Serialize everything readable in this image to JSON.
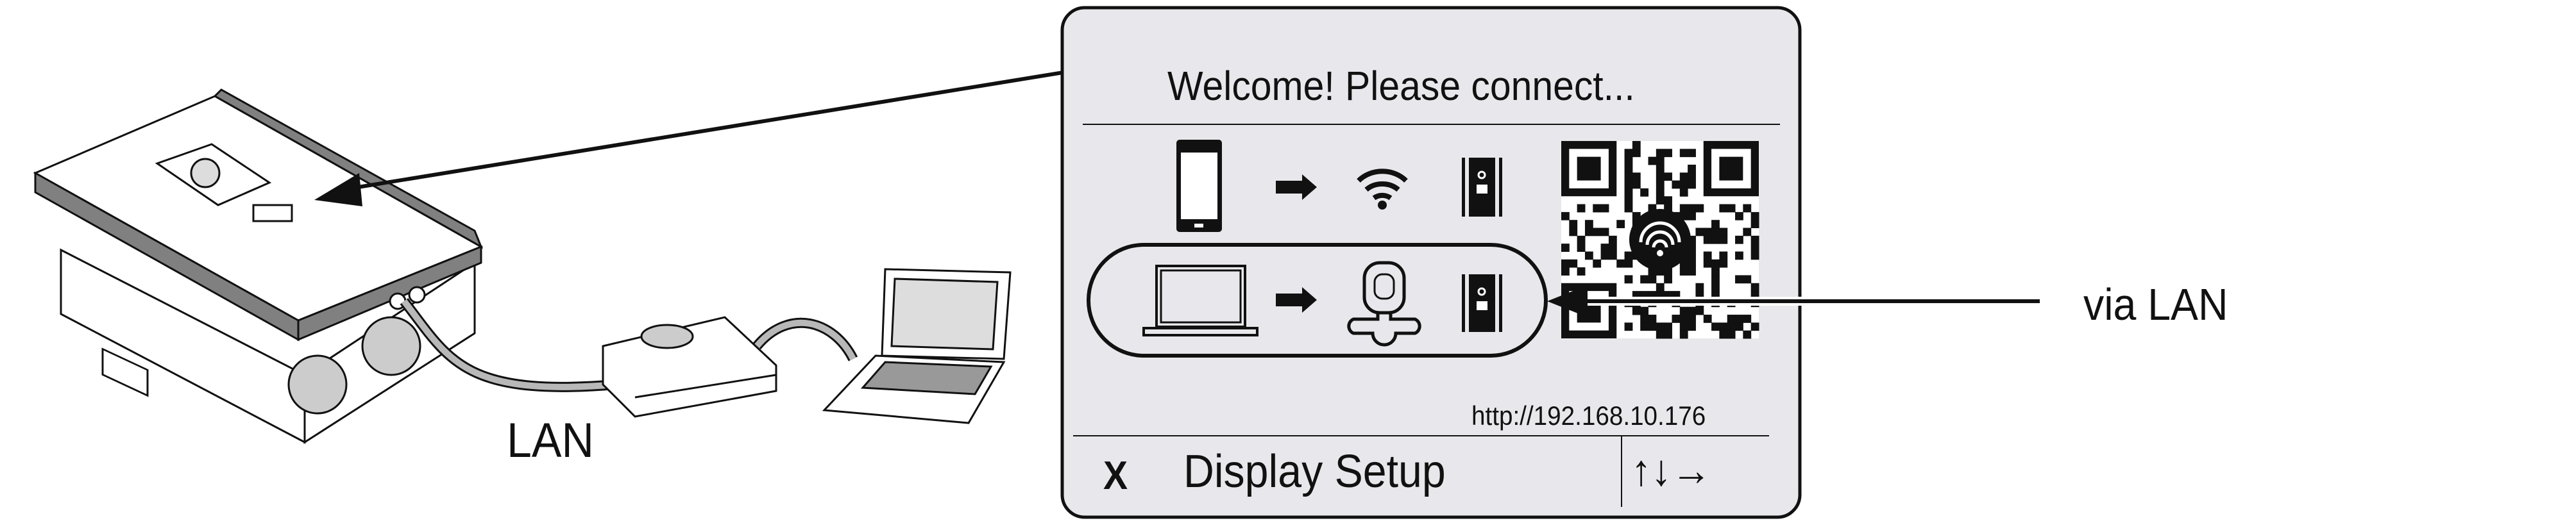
{
  "display": {
    "title": "Welcome! Please connect...",
    "url": "http://192.168.10.176",
    "close_label": "X",
    "menu_label": "Display Setup",
    "nav_arrows": "↑↓→",
    "icons": [
      "smartphone-icon",
      "arrow-right-icon",
      "wifi-icon",
      "inverter-icon",
      "qr-code-icon",
      "laptop-icon",
      "router-icon"
    ]
  },
  "labels": {
    "lan": "LAN",
    "via_lan": "via LAN"
  },
  "colors": {
    "panel_bg": "#e8e8ec",
    "line": "#111111",
    "inverter_trim": "#808080",
    "cable": "#b8b8b8"
  }
}
